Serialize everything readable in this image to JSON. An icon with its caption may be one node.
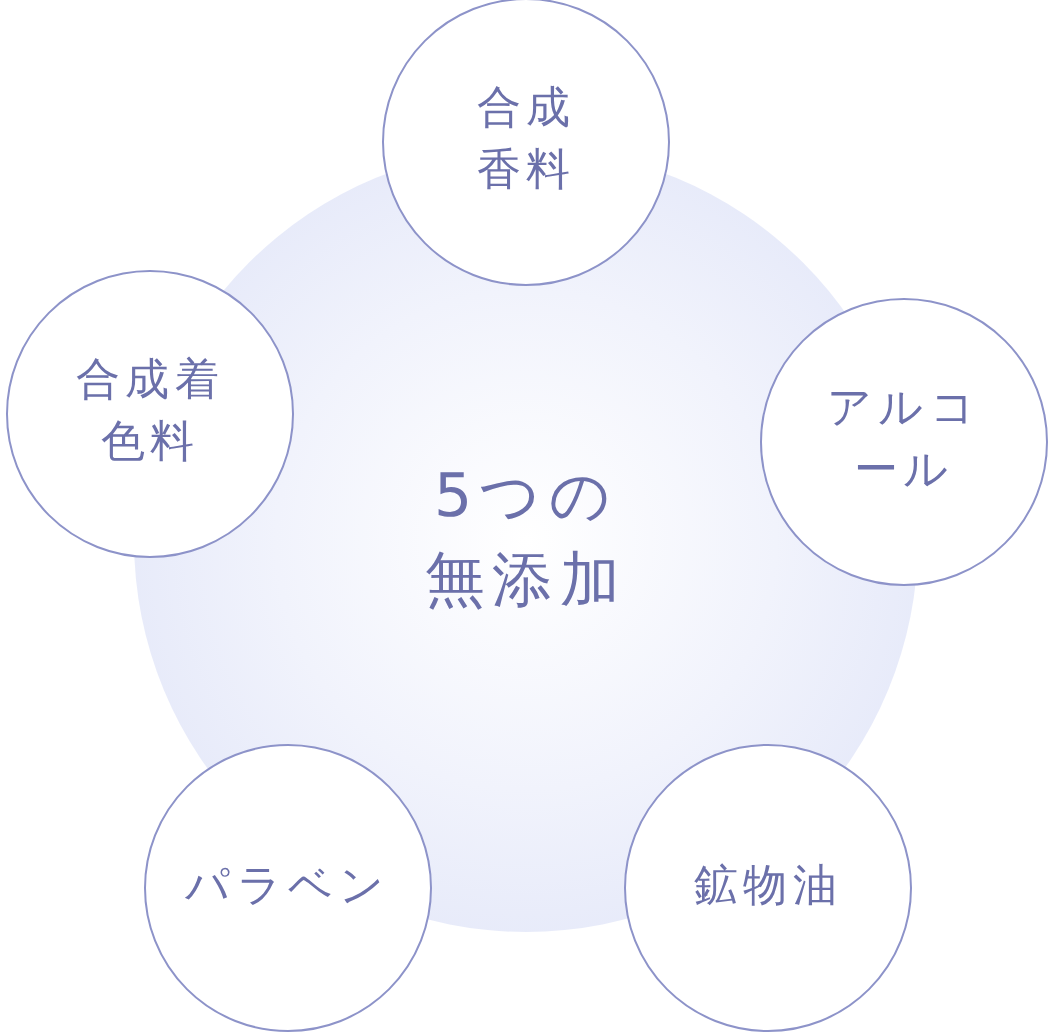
{
  "diagram": {
    "nodes": [
      {
        "text": [
          "5つの無添加"
        ]
      },
      {
        "text": [
          "合成香料"
        ]
      },
      {
        "text": [
          "アルコール"
        ]
      },
      {
        "text": [
          "鉱物油"
        ]
      },
      {
        "text": [
          "パラベン"
        ]
      },
      {
        "text": [
          "合成着色料"
        ]
      }
    ]
  }
}
